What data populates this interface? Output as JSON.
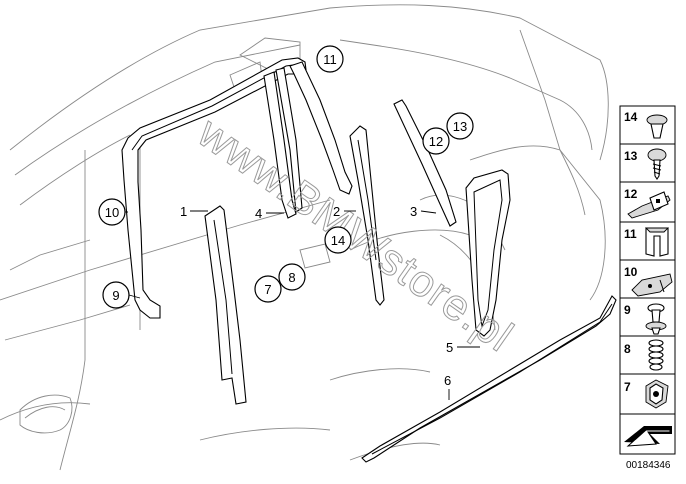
{
  "watermark": "www.BMWstore.pl",
  "document_number": "00184346",
  "callouts": {
    "c1": "1",
    "c2": "2",
    "c3": "3",
    "c4": "4",
    "c5": "5",
    "c6": "6",
    "c7": "7",
    "c8": "8",
    "c9": "9",
    "c10": "10",
    "c11": "11",
    "c12": "12",
    "c13": "13",
    "c14": "14"
  },
  "legend": [
    {
      "number": "14",
      "icon": "clip-icon"
    },
    {
      "number": "13",
      "icon": "screw-icon"
    },
    {
      "number": "12",
      "icon": "bracket-icon"
    },
    {
      "number": "11",
      "icon": "clamp-icon"
    },
    {
      "number": "10",
      "icon": "plate-icon"
    },
    {
      "number": "9",
      "icon": "expanding-rivet-icon"
    },
    {
      "number": "8",
      "icon": "spring-nut-icon"
    },
    {
      "number": "7",
      "icon": "nut-clip-icon"
    },
    {
      "number": "",
      "icon": "arrow-icon"
    }
  ]
}
